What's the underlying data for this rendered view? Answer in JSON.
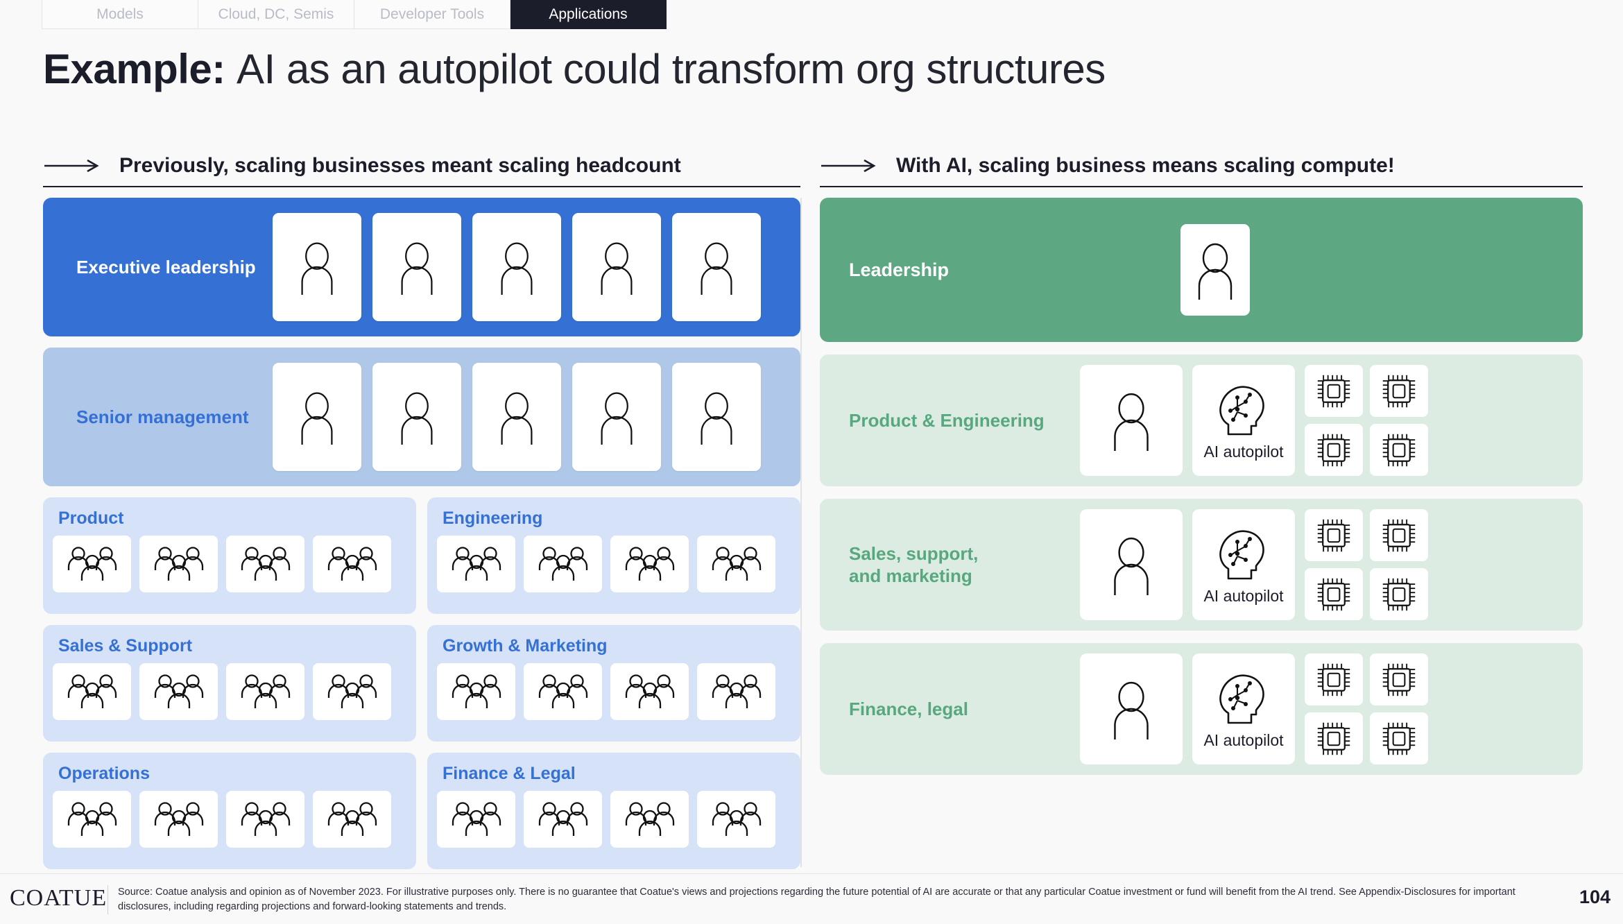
{
  "tabs": [
    {
      "label": "Models",
      "active": false
    },
    {
      "label": "Cloud, DC, Semis",
      "active": false
    },
    {
      "label": "Developer Tools",
      "active": false
    },
    {
      "label": "Applications",
      "active": true
    }
  ],
  "title": {
    "bold": "Example:",
    "light": "AI as an autopilot could transform org structures"
  },
  "columns": {
    "left": {
      "header": "Previously, scaling businesses meant scaling headcount",
      "arrow_icon": "arrow-right-icon",
      "exec": {
        "label": "Executive leadership",
        "person_count": 5,
        "bg": "#3570d4"
      },
      "senior": {
        "label": "Senior management",
        "person_count": 5,
        "bg": "#afc8ea"
      },
      "departments": [
        {
          "label": "Product",
          "team_count": 4
        },
        {
          "label": "Engineering",
          "team_count": 4
        },
        {
          "label": "Sales & Support",
          "team_count": 4
        },
        {
          "label": "Growth & Marketing",
          "team_count": 4
        },
        {
          "label": "Operations",
          "team_count": 4
        },
        {
          "label": "Finance & Legal",
          "team_count": 4
        }
      ]
    },
    "right": {
      "header": "With AI, scaling business means scaling compute!",
      "arrow_icon": "arrow-right-icon",
      "leadership": {
        "label": "Leadership",
        "person_count": 1,
        "bg": "#5da883"
      },
      "groups": [
        {
          "label": "Product & Engineering",
          "person_count": 1,
          "ai_label": "AI autopilot",
          "chip_count": 4
        },
        {
          "label": "Sales, support,\nand marketing",
          "person_count": 1,
          "ai_label": "AI autopilot",
          "chip_count": 4
        },
        {
          "label": "Finance, legal",
          "person_count": 1,
          "ai_label": "AI autopilot",
          "chip_count": 4
        }
      ]
    }
  },
  "footer": {
    "logo": "COATUE",
    "disclaimer": "Source: Coatue analysis and opinion as of November 2023. For illustrative purposes only. There is no guarantee that Coatue's views and projections regarding the future potential of AI are accurate or that any particular Coatue investment or fund will benefit from the AI trend. See Appendix-Disclosures for important disclosures, including regarding projections and forward-looking statements and trends.",
    "page_number": "104"
  },
  "colors": {
    "blue": "#3570d4",
    "light_blue": "#afc8ea",
    "pale_blue": "#d5e2f8",
    "green": "#5da883",
    "pale_green": "#dcece3",
    "dark": "#1b1d2b"
  }
}
